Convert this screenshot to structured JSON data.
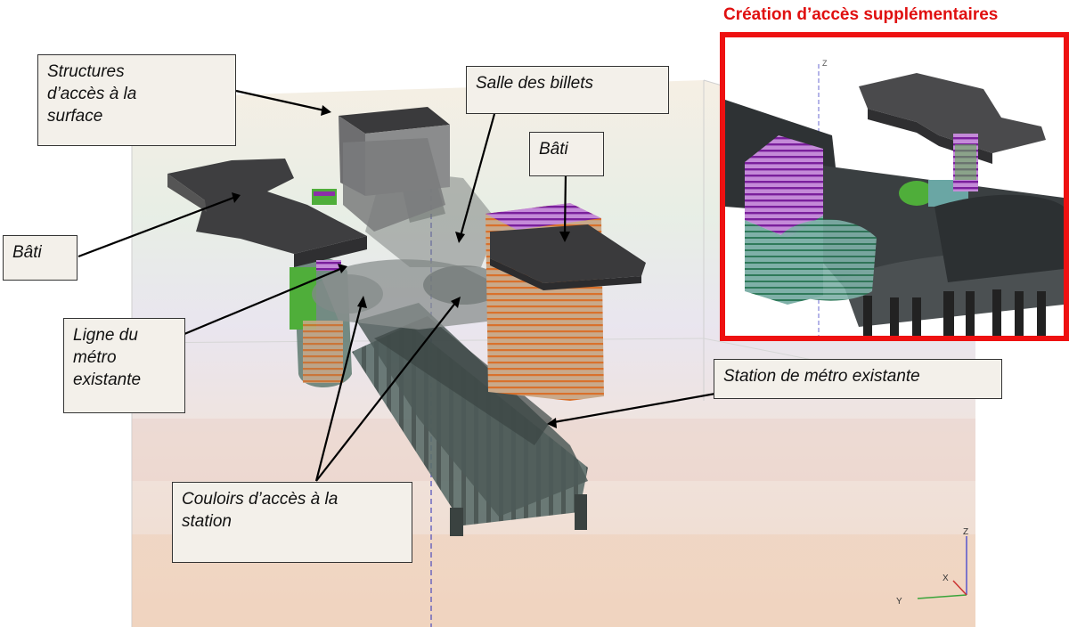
{
  "labels": {
    "structures": "Structures\nd’accès à la\nsurface",
    "salle": "Salle des billets",
    "bati_right": "Bâti",
    "bati_left": "Bâti",
    "ligne": "Ligne du\nmétro\nexistante",
    "station": "Station de métro existante",
    "couloirs": "Couloirs d’accès à la\nstation"
  },
  "inset": {
    "title": "Création d’accès supplémentaires",
    "axis_label": "Z"
  },
  "axes": {
    "main_z": "Z",
    "triad_z": "Z",
    "triad_x": "X",
    "triad_y": "Y"
  },
  "colors": {
    "dark_block": "#3e3e40",
    "accent_red": "#ee1111",
    "hatch_orange": "#d77a3c",
    "hatch_purple": "#8b2fa8",
    "green": "#5cb84a",
    "teal": "#6aa6a4"
  }
}
